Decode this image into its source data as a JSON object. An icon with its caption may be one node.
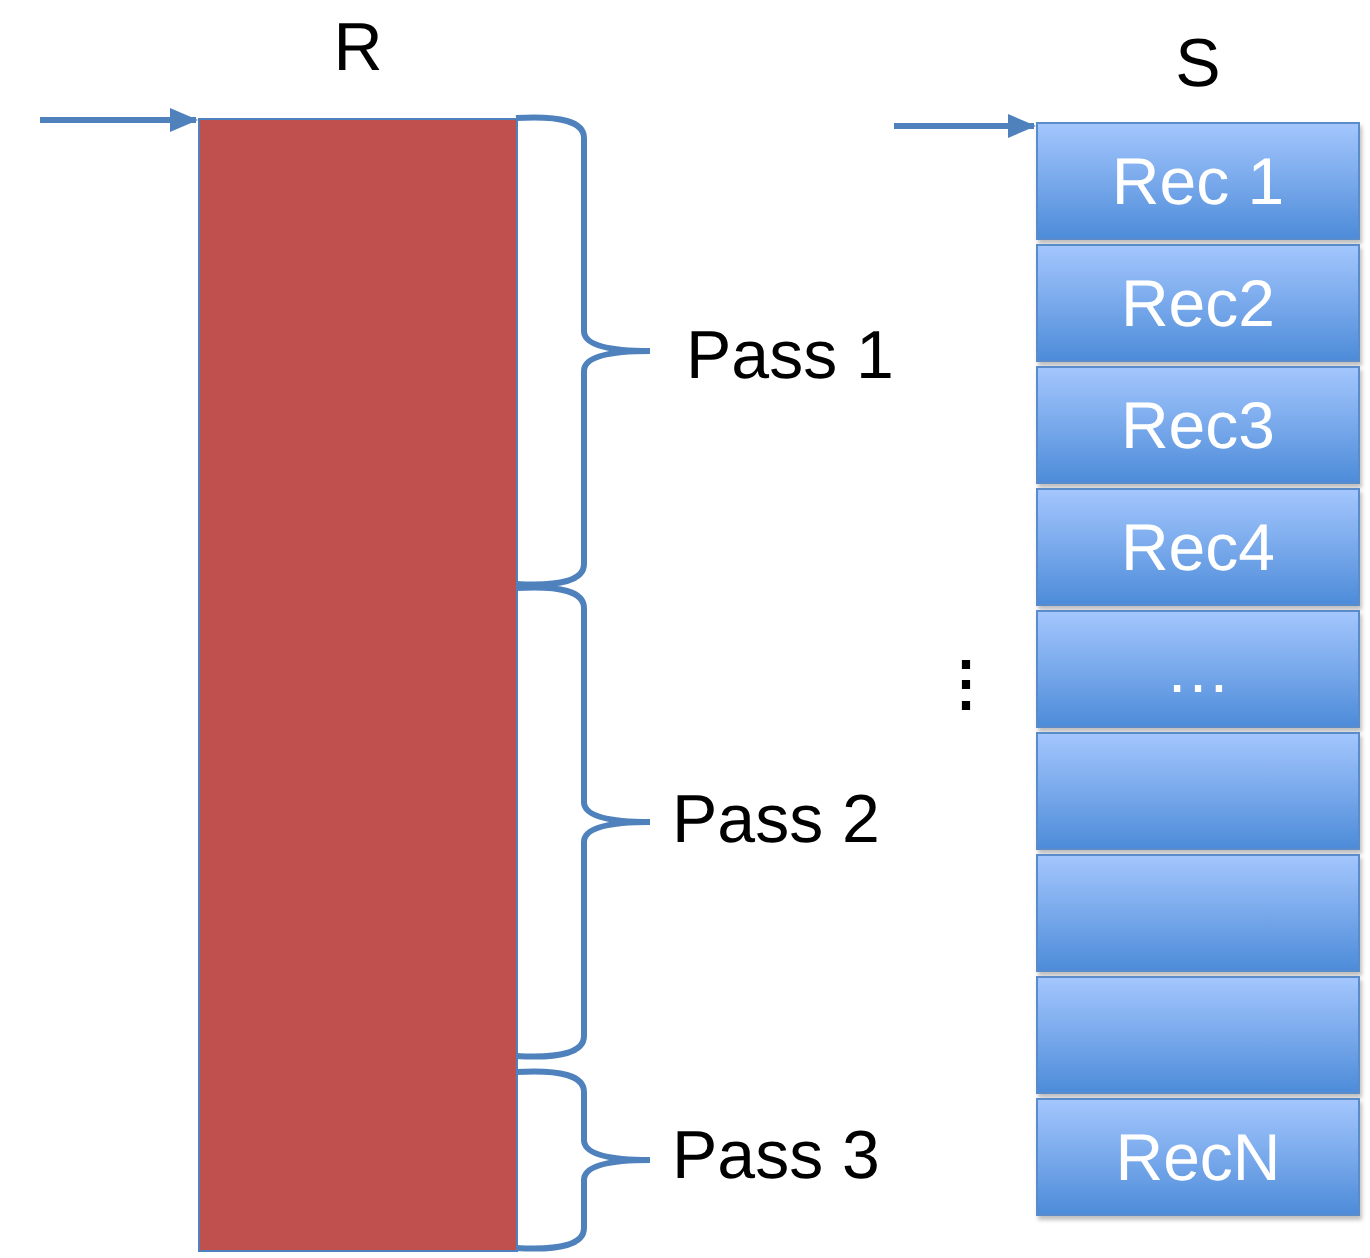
{
  "diagram": {
    "nodes": [
      {
        "text": [
          "R"
        ]
      },
      {
        "text": [
          "S"
        ]
      },
      {
        "text": [
          "Rec 1"
        ],
        "in": 1
      },
      {
        "text": [
          "Rec2"
        ],
        "in": 1
      },
      {
        "text": [
          "Rec3"
        ],
        "in": 1
      },
      {
        "text": [
          "Rec4"
        ],
        "in": 1
      },
      {
        "text": [
          "…"
        ],
        "in": 1
      },
      {
        "text": [],
        "shape": "box",
        "in": 1
      },
      {
        "text": [],
        "shape": "box",
        "in": 1
      },
      {
        "text": [],
        "shape": "box",
        "in": 1
      },
      {
        "text": [
          "RecN"
        ],
        "in": 1
      }
    ],
    "edges": [
      {
        "from": null,
        "to": 0,
        "arrow": "to"
      },
      {
        "from": null,
        "to": 1,
        "arrow": "to"
      }
    ],
    "labels": [
      "Pass 1",
      "Pass 2",
      "Pass 3",
      "⋮"
    ]
  }
}
